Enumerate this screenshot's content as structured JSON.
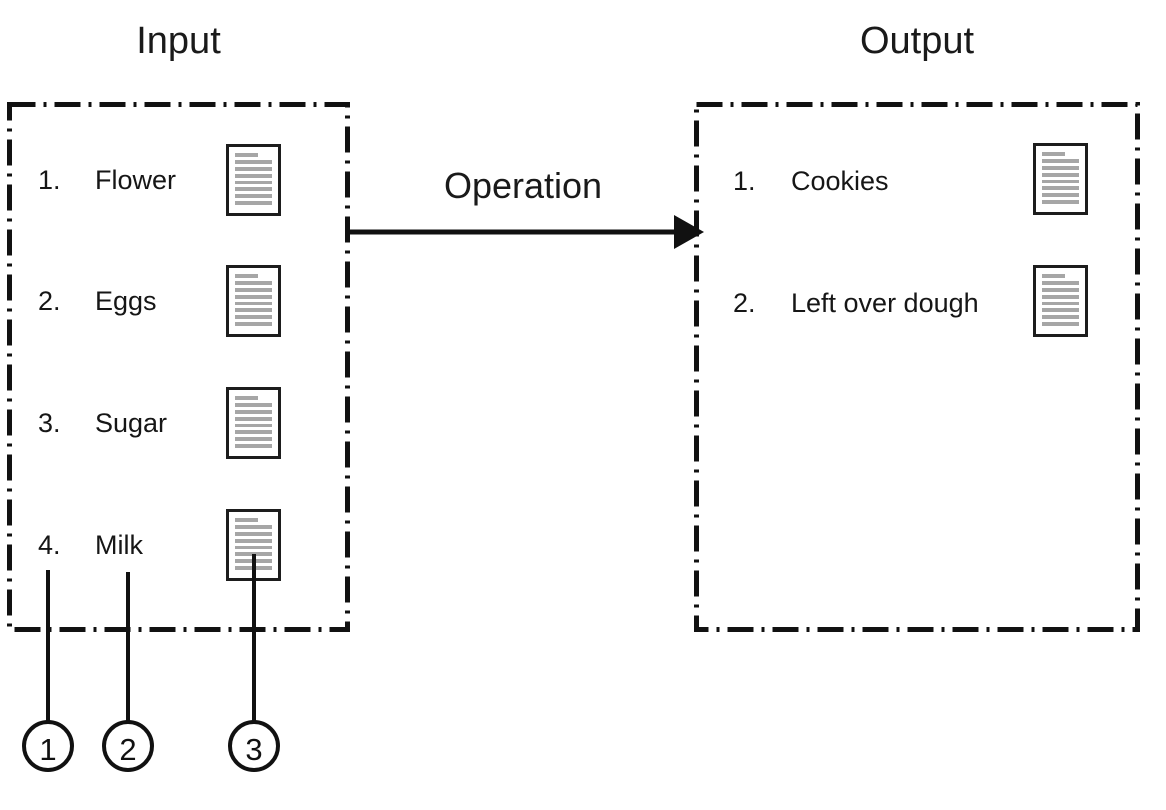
{
  "diagram": {
    "type": "input-output-operation-flow",
    "operation_label": "Operation",
    "colors": {
      "stroke": "#1a1a1a",
      "doc_line": "#a6a6a6",
      "background": "#ffffff"
    }
  },
  "input_panel": {
    "title": "Input",
    "items": [
      {
        "number": "1.",
        "label": "Flower",
        "has_document": true
      },
      {
        "number": "2.",
        "label": "Eggs",
        "has_document": true
      },
      {
        "number": "3.",
        "label": "Sugar",
        "has_document": true
      },
      {
        "number": "4.",
        "label": "Milk",
        "has_document": true
      }
    ]
  },
  "output_panel": {
    "title": "Output",
    "items": [
      {
        "number": "1.",
        "label": "Cookies",
        "has_document": true
      },
      {
        "number": "2.",
        "label": "Left over dough",
        "has_document": true
      }
    ]
  },
  "callouts": [
    {
      "id": "1",
      "label": "1",
      "points_to": "list-number-column"
    },
    {
      "id": "2",
      "label": "2",
      "points_to": "list-label-column"
    },
    {
      "id": "3",
      "label": "3",
      "points_to": "document-icon"
    }
  ]
}
